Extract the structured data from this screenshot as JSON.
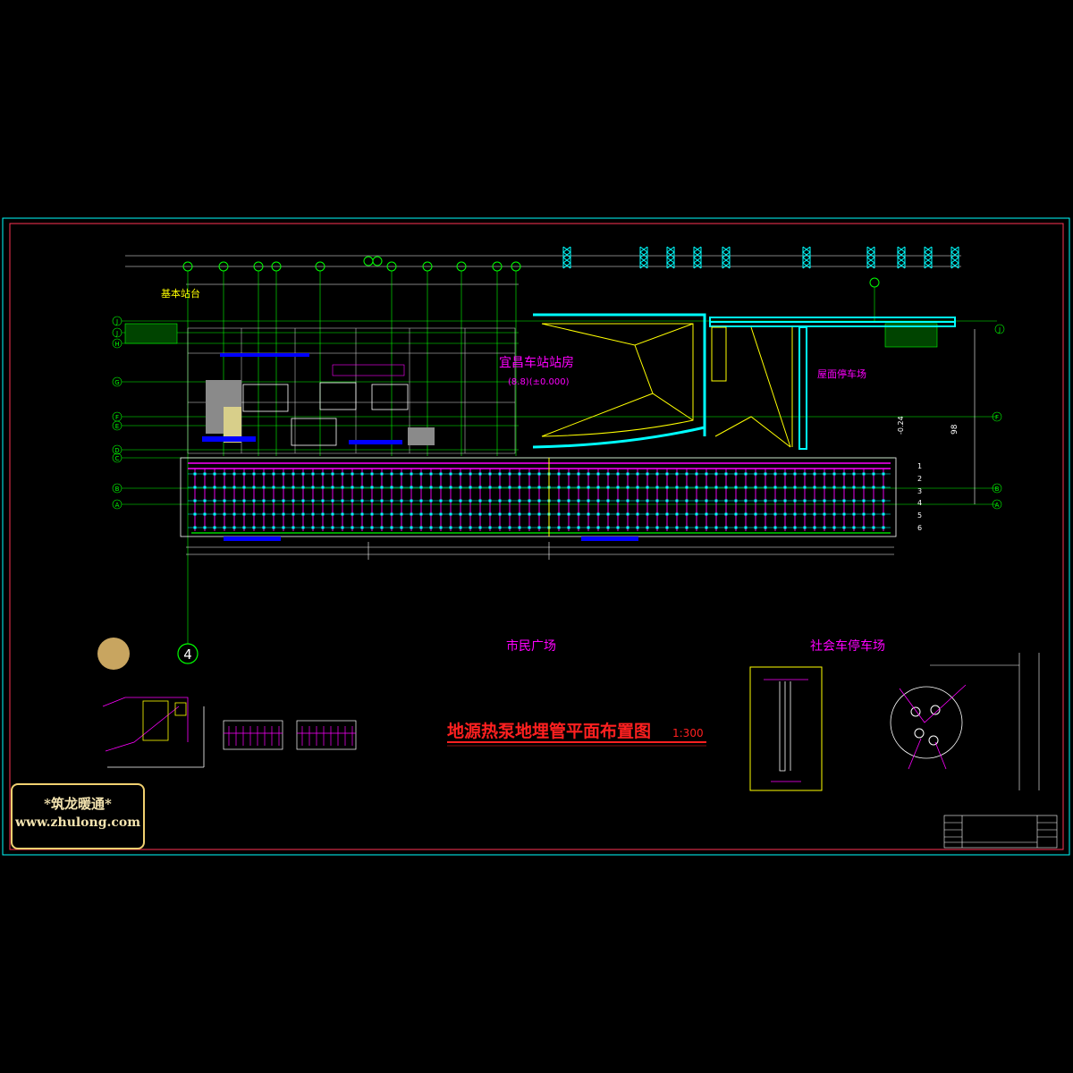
{
  "drawing": {
    "title": "地源热泵地埋管平面布置图",
    "scale": "1:300",
    "labels": {
      "platform": "基本站台",
      "station_building": "宜昌车站站房",
      "station_elevation": "(8.8)(±0.000)",
      "roof_parking": "屋面停车场",
      "civic_plaza": "市民广场",
      "social_parking": "社会车停车场",
      "axis_4": "4",
      "dim_98": "98",
      "elev_label": "-0.24",
      "row_numbers": [
        "1",
        "2",
        "3",
        "4",
        "5",
        "6"
      ],
      "axis_letters_left": [
        "J",
        "J",
        "H",
        "G",
        "F",
        "E",
        "D",
        "C",
        "B",
        "A"
      ],
      "axis_letters_right": [
        "J",
        "F",
        "B",
        "A"
      ]
    },
    "watermark": {
      "line1": "*筑龙暖通*",
      "line2": "www.zhulong.com"
    },
    "colors": {
      "background": "#000000",
      "frame": "#ff3355",
      "grid": "#ffffff",
      "axis_line": "#00ff00",
      "building": "#00ffff",
      "pipes": "#ff00ff",
      "accent_yellow": "#ffff00",
      "title_red": "#ff2020",
      "blue_fill": "#0000ff"
    }
  }
}
